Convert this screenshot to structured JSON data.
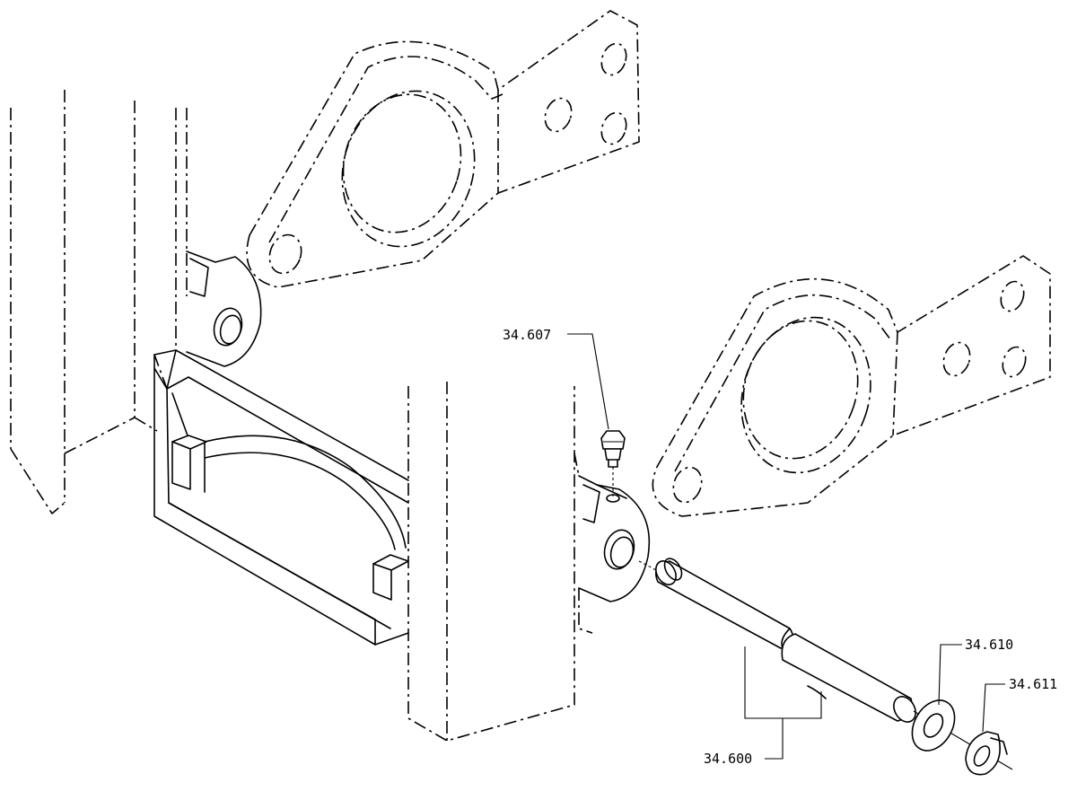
{
  "callouts": {
    "grease_nipple": "34.607",
    "washer": "34.610",
    "circlip": "34.611",
    "pin": "34.600"
  }
}
